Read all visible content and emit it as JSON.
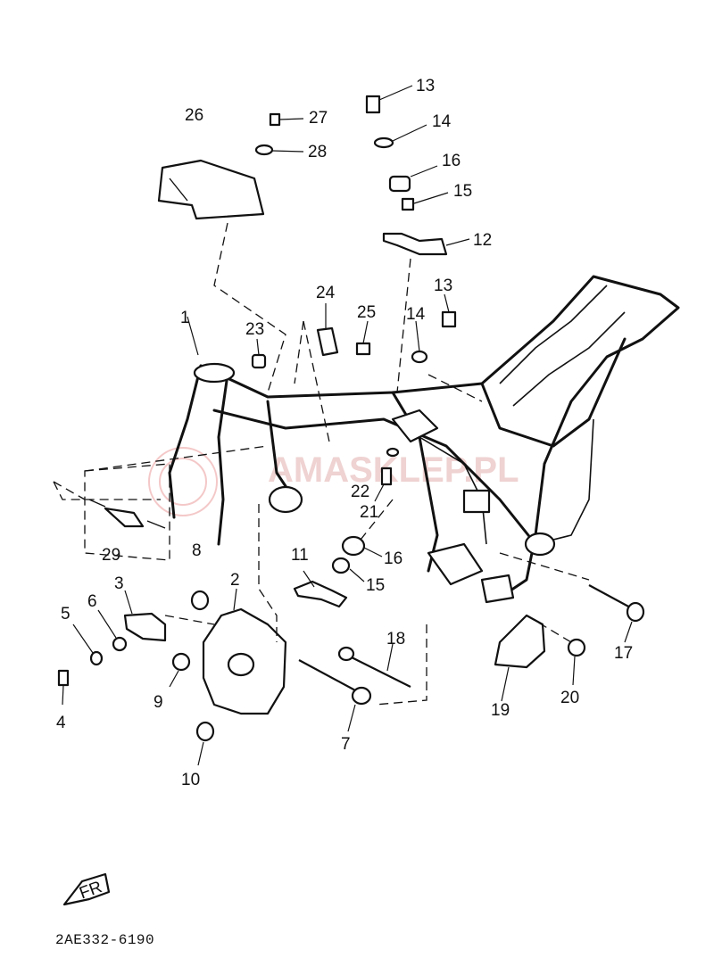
{
  "diagram": {
    "labels": {
      "l1": "1",
      "l2": "2",
      "l3": "3",
      "l4": "4",
      "l5": "5",
      "l6": "6",
      "l7": "7",
      "l8": "8",
      "l9": "9",
      "l10": "10",
      "l11": "11",
      "l12": "12",
      "l13a": "13",
      "l13b": "13",
      "l14a": "14",
      "l14b": "14",
      "l15a": "15",
      "l15b": "15",
      "l16a": "16",
      "l16b": "16",
      "l17": "17",
      "l18": "18",
      "l19": "19",
      "l20": "20",
      "l21": "21",
      "l22": "22",
      "l23": "23",
      "l24": "24",
      "l25": "25",
      "l26": "26",
      "l27": "27",
      "l28": "28",
      "l29": "29"
    },
    "drawing_code": "2AE332-6190",
    "fr_badge": "FR"
  }
}
